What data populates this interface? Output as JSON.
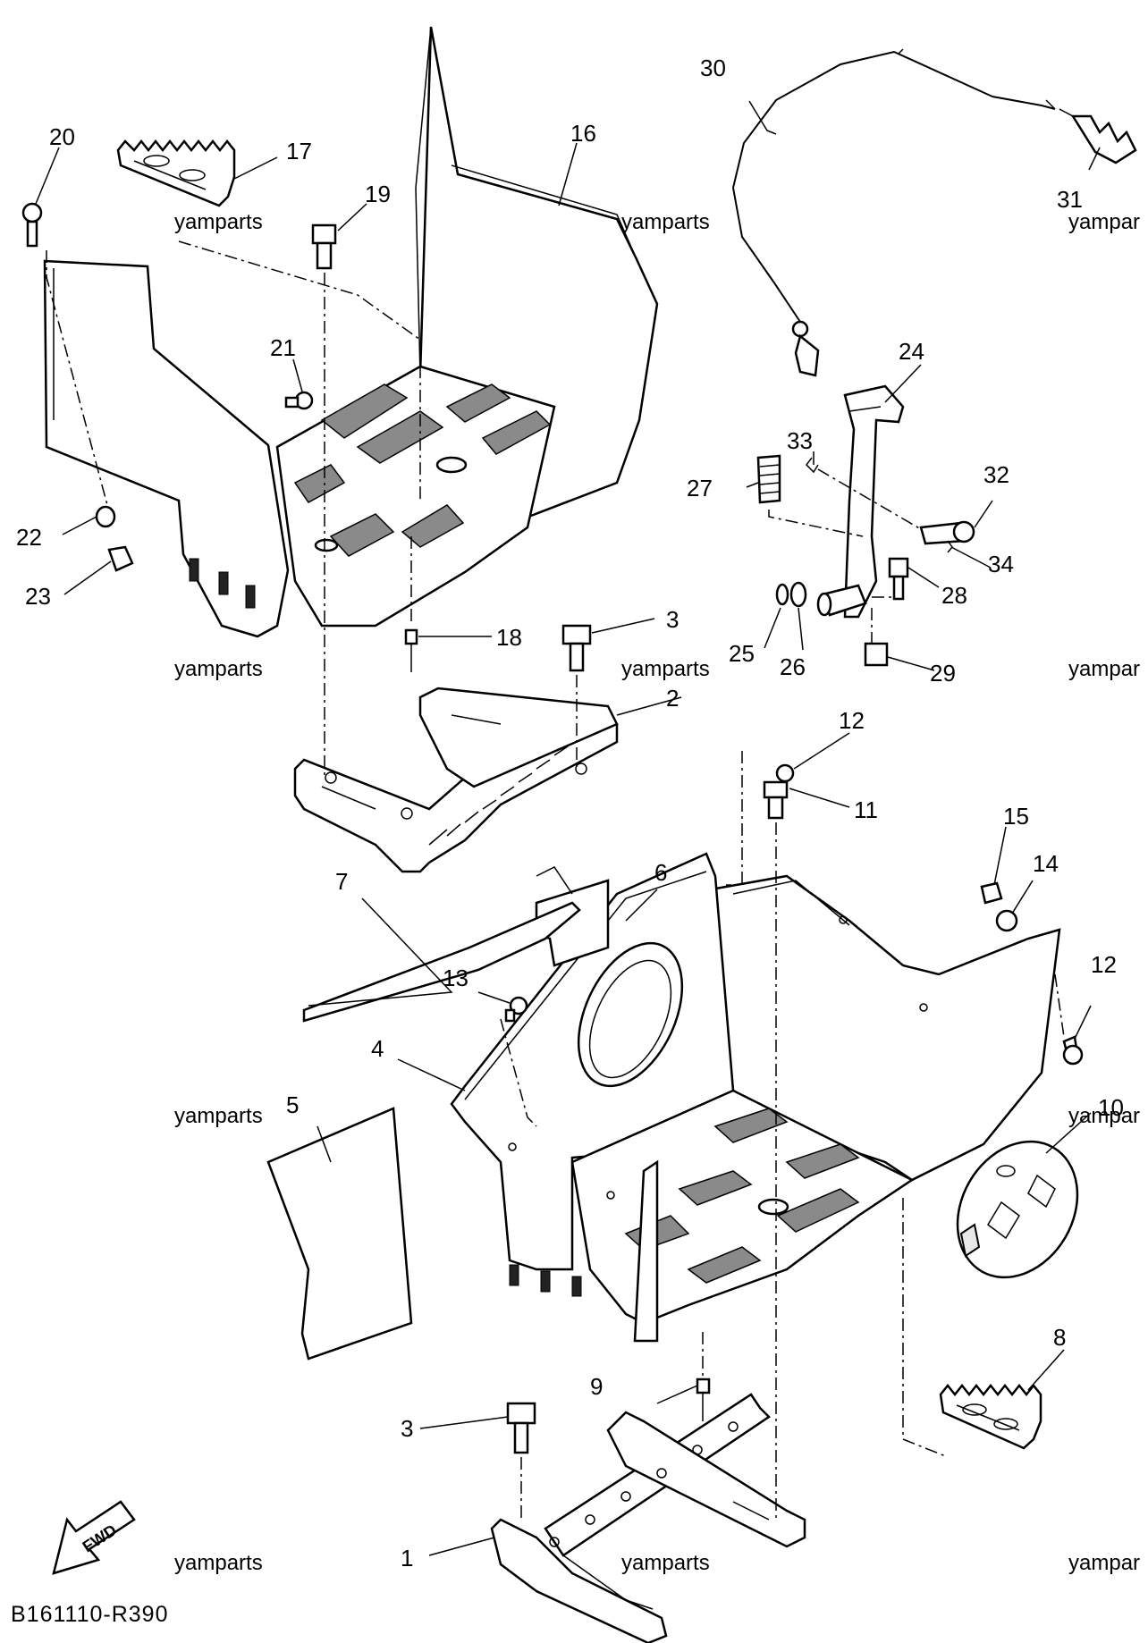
{
  "diagram": {
    "code": "B161110-R390",
    "watermark": "yamparts",
    "watermark_clipped": "yampar",
    "fwd_label": "FWD",
    "callouts": [
      {
        "id": "c1",
        "text": "1"
      },
      {
        "id": "c2",
        "text": "2"
      },
      {
        "id": "c3a",
        "text": "3"
      },
      {
        "id": "c3b",
        "text": "3"
      },
      {
        "id": "c4",
        "text": "4"
      },
      {
        "id": "c5",
        "text": "5"
      },
      {
        "id": "c6",
        "text": "6"
      },
      {
        "id": "c7",
        "text": "7"
      },
      {
        "id": "c8",
        "text": "8"
      },
      {
        "id": "c9",
        "text": "9"
      },
      {
        "id": "c10",
        "text": "10"
      },
      {
        "id": "c11",
        "text": "11"
      },
      {
        "id": "c12a",
        "text": "12"
      },
      {
        "id": "c12b",
        "text": "12"
      },
      {
        "id": "c13",
        "text": "13"
      },
      {
        "id": "c14",
        "text": "14"
      },
      {
        "id": "c15",
        "text": "15"
      },
      {
        "id": "c16",
        "text": "16"
      },
      {
        "id": "c17",
        "text": "17"
      },
      {
        "id": "c18",
        "text": "18"
      },
      {
        "id": "c19",
        "text": "19"
      },
      {
        "id": "c20",
        "text": "20"
      },
      {
        "id": "c21",
        "text": "21"
      },
      {
        "id": "c22",
        "text": "22"
      },
      {
        "id": "c23",
        "text": "23"
      },
      {
        "id": "c24",
        "text": "24"
      },
      {
        "id": "c25",
        "text": "25"
      },
      {
        "id": "c26",
        "text": "26"
      },
      {
        "id": "c27",
        "text": "27"
      },
      {
        "id": "c28",
        "text": "28"
      },
      {
        "id": "c29",
        "text": "29"
      },
      {
        "id": "c30",
        "text": "30"
      },
      {
        "id": "c31",
        "text": "31"
      },
      {
        "id": "c32",
        "text": "32"
      },
      {
        "id": "c33",
        "text": "33"
      },
      {
        "id": "c34",
        "text": "34"
      }
    ]
  }
}
